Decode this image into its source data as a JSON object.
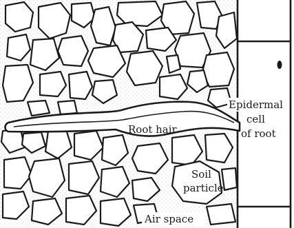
{
  "labels": {
    "epidermal_line1": "Epidermal",
    "epidermal_line2": "cell",
    "epidermal_line3": "of root",
    "root_hair": "Root hair",
    "soil_line1": "Soil",
    "soil_line2": "particle",
    "air_space": "Air space"
  }
}
